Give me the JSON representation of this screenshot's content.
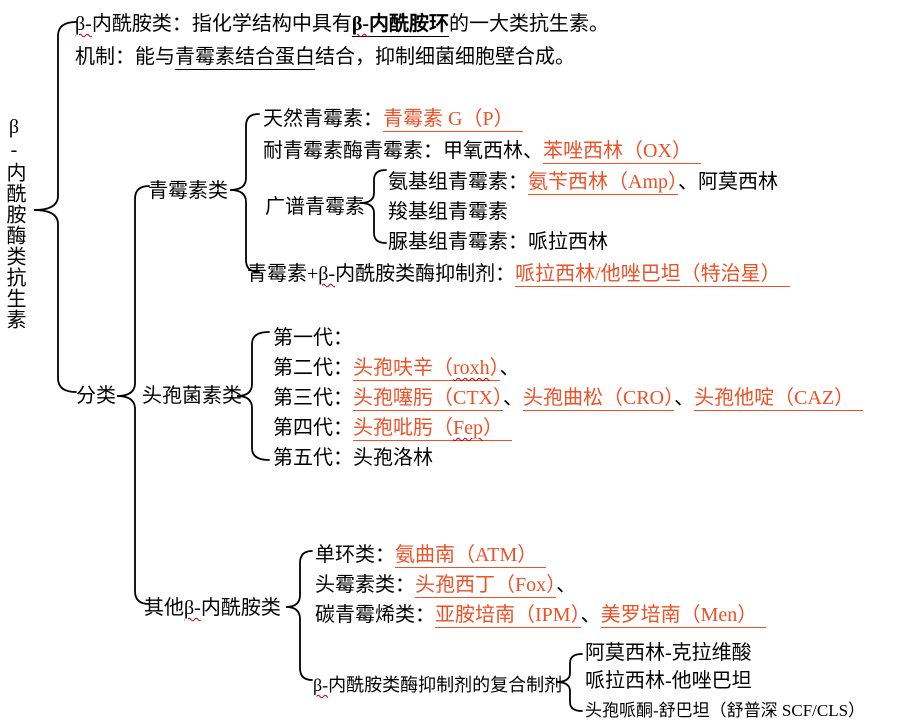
{
  "colors": {
    "link": "#ED5126",
    "squiggle": "#C00000",
    "text": "#000000",
    "background": "#FFFFFF"
  },
  "root": {
    "sq": "β-",
    "rest": "内酰胺酶类抗生素"
  },
  "definition": {
    "l1_sq": "β-",
    "l1_a": "内酰胺类：指化学结构中具有",
    "l1_bold_sq": "β-",
    "l1_bold": "内酰胺环",
    "l1_b": "的一大类抗生素。",
    "l2_a": "机制：能与",
    "l2_u": "青霉素结合蛋白",
    "l2_b": "结合，抑制细菌细胞壁合成。"
  },
  "classification_label": "分类",
  "penicillin": {
    "label": "青霉素类",
    "natural_prefix": "天然青霉素：",
    "natural_link": "青霉素 G（P）",
    "resistant_prefix": "耐青霉素酶青霉素：甲氧西林、",
    "resistant_link": "苯唑西林（OX）",
    "broad_label": "广谱青霉素",
    "amino_prefix": "氨基组青霉素：",
    "amino_link": "氨苄西林（Amp）",
    "amino_suffix": "、阿莫西林",
    "carboxy": "羧基组青霉素",
    "ureido": "脲基组青霉素：哌拉西林",
    "combo_a": "青霉素+",
    "combo_sq": "β-",
    "combo_b": "内酰胺类酶抑制剂：",
    "combo_link": "哌拉西林/他唑巴坦（特治星）"
  },
  "cephalosporin": {
    "label": "头孢菌素类",
    "gen1": "第一代：",
    "gen2_prefix": "第二代：",
    "gen2_link_a": "头孢呋辛（",
    "gen2_link_sq": "roxh",
    "gen2_link_b": "）",
    "gen2_suffix": "、",
    "gen3_prefix": "第三代：",
    "gen3_link1": "头孢噻肟（CTX）",
    "gen3_sep1": "、",
    "gen3_link2": "头孢曲松（CRO）",
    "gen3_sep2": "、",
    "gen3_link3": "头孢他啶（CAZ）",
    "gen4_prefix": "第四代：",
    "gen4_link_a": "头孢吡肟（",
    "gen4_link_sq": "Fep",
    "gen4_link_b": "）",
    "gen5": "第五代：头孢洛林"
  },
  "other": {
    "label_a": "其他",
    "label_sq": "β-",
    "label_b": "内酰胺类",
    "mono_prefix": "单环类：",
    "mono_link": "氨曲南（ATM）",
    "cepha_prefix": "头霉素类：",
    "cepha_link": "头孢西丁（Fox）",
    "cepha_suffix": "、",
    "carb_prefix": "碳青霉烯类：",
    "carb_link1": "亚胺培南（IPM）",
    "carb_sep": "、",
    "carb_link2": "美罗培南（Men）",
    "compound_label_sq": "β-",
    "compound_label": "内酰胺类酶抑制剂的复合制剂",
    "compound_item1": "阿莫西林-克拉维酸",
    "compound_item2": "哌拉西林-他唑巴坦",
    "compound_item3": "头孢哌酮-舒巴坦（舒普深 SCF/CLS）"
  }
}
